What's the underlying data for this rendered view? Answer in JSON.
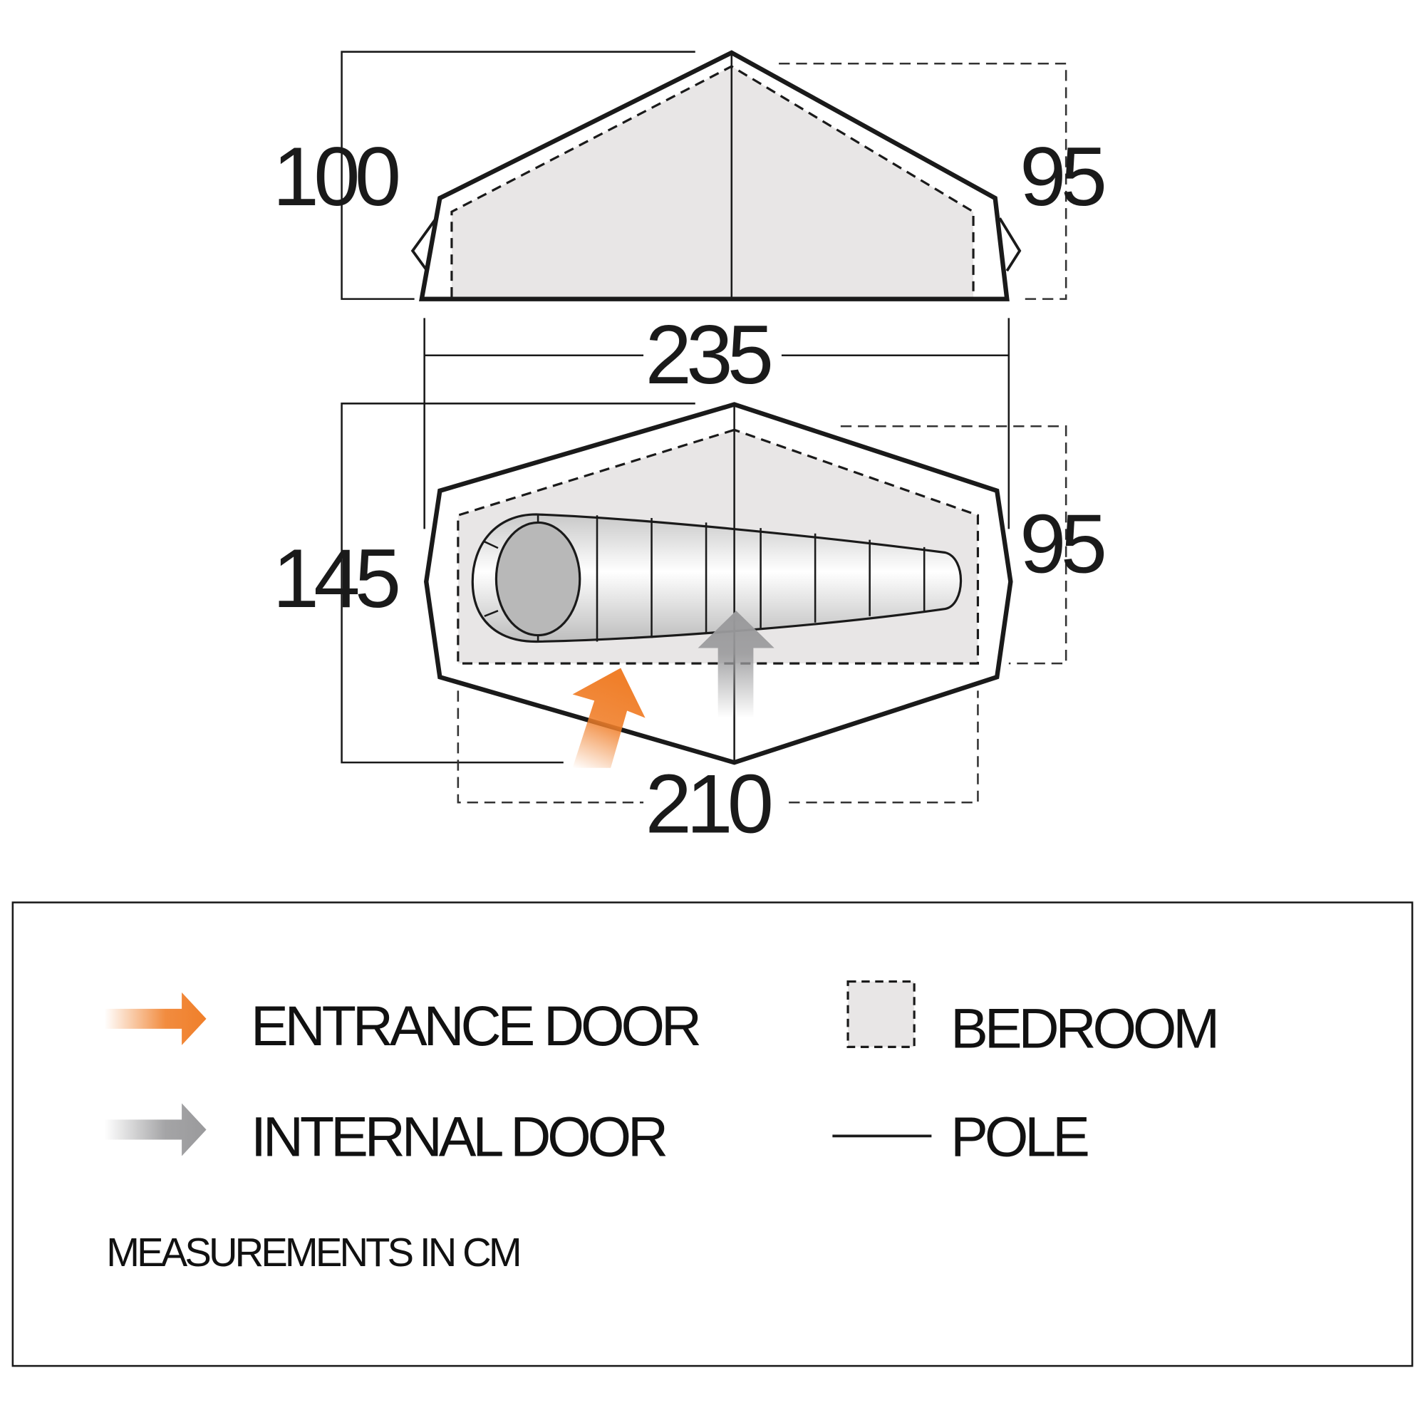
{
  "diagram": {
    "title": "Tent floor plan and elevation",
    "colors": {
      "outline": "#1a1a1a",
      "bedroom_fill": "#e8e6e6",
      "entrance_arrow": "#f07f2a",
      "internal_arrow": "#9a9a9c",
      "sleeping_bag_head": "#b8b8b8"
    },
    "elevation_view": {
      "height_left": "100",
      "height_right": "95",
      "length": "235"
    },
    "plan_view": {
      "width_left": "145",
      "width_right": "95",
      "length": "210"
    }
  },
  "legend": {
    "items": [
      {
        "icon": "orange-arrow-icon",
        "label": "ENTRANCE DOOR"
      },
      {
        "icon": "dashed-box-icon",
        "label": "BEDROOM"
      },
      {
        "icon": "gray-arrow-icon",
        "label": "INTERNAL DOOR"
      },
      {
        "icon": "solid-line-icon",
        "label": "POLE"
      }
    ],
    "note": "MEASUREMENTS IN CM"
  }
}
